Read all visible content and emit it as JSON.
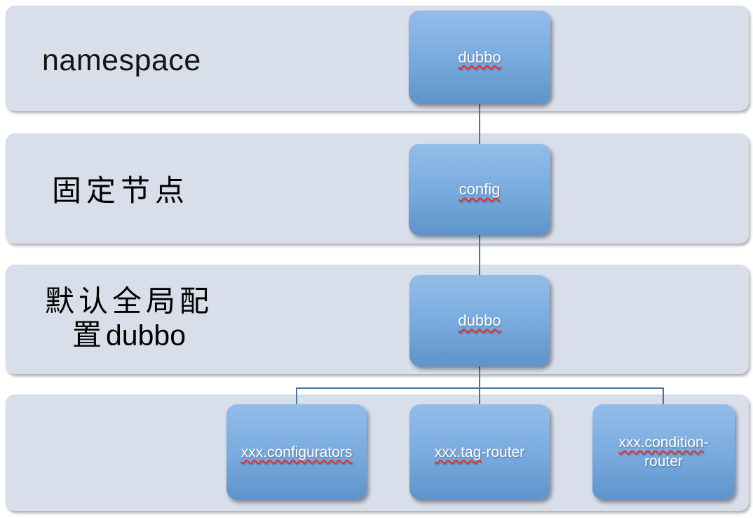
{
  "colors": {
    "band_fill": "#d8deea",
    "node_gradient_top": "#93bde9",
    "node_gradient_mid": "#79abdf",
    "node_gradient_bottom": "#5e94ca",
    "node_text": "#ffffff",
    "connector": "#46749f",
    "squiggle": "#e0312a",
    "label_text": "#000000"
  },
  "bands": [
    {
      "label": "namespace"
    },
    {
      "label": "固定节点"
    },
    {
      "label_line1": "默认全局配",
      "label_line2_cn": "置",
      "label_line2_en": "dubbo"
    },
    {
      "label": ""
    }
  ],
  "nodes": {
    "namespace_node": {
      "text": "dubbo"
    },
    "config_node": {
      "text": "config"
    },
    "global_node": {
      "text": "dubbo"
    },
    "children": [
      {
        "misspelled": "xxx.configurators",
        "rest": ""
      },
      {
        "misspelled": "xxx.tag",
        "rest": "-router"
      },
      {
        "misspelled": "xxx.condition",
        "rest": "-",
        "line2": "router"
      }
    ]
  }
}
